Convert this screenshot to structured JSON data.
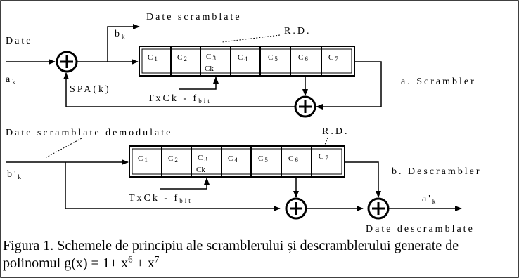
{
  "scrambler": {
    "input_label": "Date",
    "input_symbol": "a",
    "input_symbol_sub": "k",
    "output_label": "Date scramblate",
    "output_symbol": "b",
    "output_symbol_sub": "k",
    "register_label": "R.D.",
    "sum_label": "SPA(k)",
    "clock_label": "TxCk - f",
    "clock_label_sub": "bit",
    "clock_tag": "Ck",
    "caption": "a. Scrambler",
    "cells": [
      {
        "name": "C",
        "sub": "1"
      },
      {
        "name": "C",
        "sub": "2"
      },
      {
        "name": "C",
        "sub": "3"
      },
      {
        "name": "C",
        "sub": "4"
      },
      {
        "name": "C",
        "sub": "5"
      },
      {
        "name": "C",
        "sub": "6"
      },
      {
        "name": "C",
        "sub": "7"
      }
    ]
  },
  "descrambler": {
    "input_label": "Date scramblate demodulate",
    "input_symbol": "b'",
    "input_symbol_sub": "k",
    "register_label": "R.D.",
    "clock_label": "TxCk - f",
    "clock_label_sub": "bit",
    "clock_tag": "Ck",
    "output_symbol": "a'",
    "output_symbol_sub": "k",
    "output_label": "Date descramblate",
    "caption": "b. Descrambler",
    "cells": [
      {
        "name": "C",
        "sub": "1"
      },
      {
        "name": "C",
        "sub": "2"
      },
      {
        "name": "C",
        "sub": "3"
      },
      {
        "name": "C",
        "sub": "4"
      },
      {
        "name": "C",
        "sub": "5"
      },
      {
        "name": "C",
        "sub": "6"
      },
      {
        "name": "C",
        "sub": "7"
      }
    ]
  },
  "figure_caption": {
    "text": "Figura 1. Schemele de principiu ale scramblerului și descramblerului generate de polinomul g(x) = 1+ x",
    "exp1": "6",
    "mid": " + x",
    "exp2": "7"
  }
}
